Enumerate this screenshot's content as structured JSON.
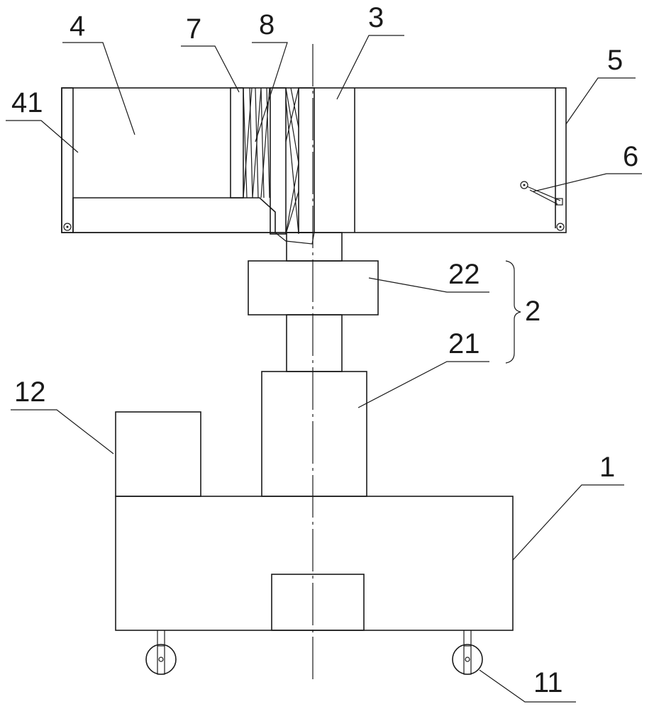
{
  "labels": {
    "l1": "1",
    "l2": "2",
    "l3": "3",
    "l4": "4",
    "l5": "5",
    "l6": "6",
    "l7": "7",
    "l8": "8",
    "l11": "11",
    "l12": "12",
    "l21": "21",
    "l22": "22",
    "l41": "41"
  }
}
